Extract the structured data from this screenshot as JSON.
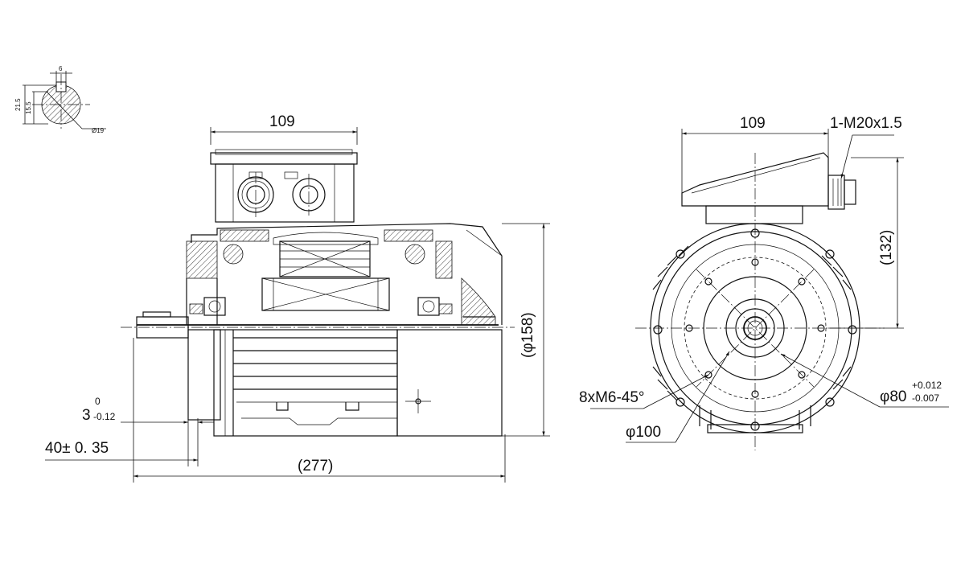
{
  "section_detail": {
    "keyway_width": "6",
    "key_height": "21.5",
    "depth": "15.5",
    "shaft_diameter": "Ø19"
  },
  "side_view": {
    "terminal_box_width": "109",
    "overall_length": "(277)",
    "overall_height": "(φ158)",
    "flange_thickness_main": "3",
    "flange_thickness_upper": "0",
    "flange_thickness_lower": "-0.12",
    "shaft_extension": "40± 0. 35"
  },
  "end_view": {
    "terminal_box_width": "109",
    "cable_gland": "1-M20x1.5",
    "box_height": "(132)",
    "holes": "8xM6-45°",
    "pcd": "φ100",
    "spigot_main": "φ80",
    "spigot_upper": "+0.012",
    "spigot_lower": "-0.007"
  }
}
